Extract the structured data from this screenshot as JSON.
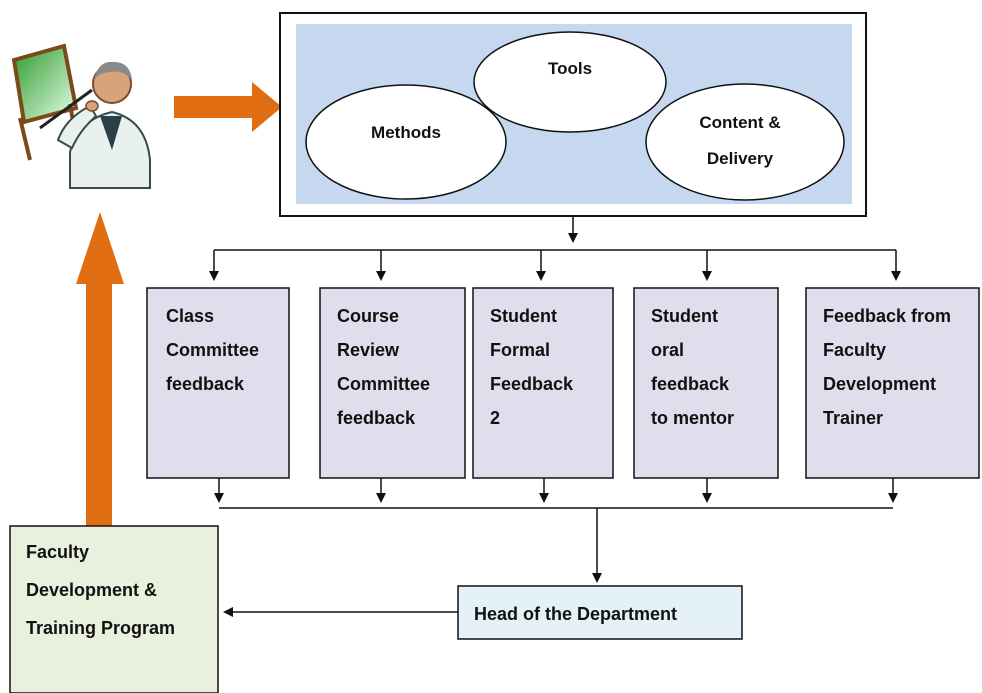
{
  "diagram": {
    "top_group": {
      "ellipses": [
        {
          "label_lines": [
            "Tools"
          ]
        },
        {
          "label_lines": [
            "Methods"
          ]
        },
        {
          "label_lines": [
            "Content &",
            "Delivery"
          ]
        }
      ]
    },
    "feedback_boxes": [
      {
        "label_lines": [
          "Class",
          "Committee",
          "feedback"
        ]
      },
      {
        "label_lines": [
          "Course",
          "Review",
          "Committee",
          "feedback"
        ]
      },
      {
        "label_lines": [
          "Student",
          "Formal",
          "Feedback",
          "2"
        ]
      },
      {
        "label_lines": [
          "Student",
          "oral",
          "feedback",
          "to mentor"
        ]
      },
      {
        "label_lines": [
          "Feedback from",
          "Faculty",
          "Development",
          "Trainer"
        ]
      }
    ],
    "hod_box": {
      "label": "Head of the Department"
    },
    "training_box": {
      "label_lines": [
        "Faculty",
        "Development &",
        "Training Program"
      ]
    },
    "icons": [
      "teacher-icon"
    ],
    "colors": {
      "panel_fill": "#c5d8ef",
      "feedback_box_fill": "#e2dded",
      "hod_fill": "#e4f2f7",
      "training_fill": "#eaf0de",
      "arrow_orange": "#e06d12",
      "board_green": "#3fb03f"
    }
  }
}
